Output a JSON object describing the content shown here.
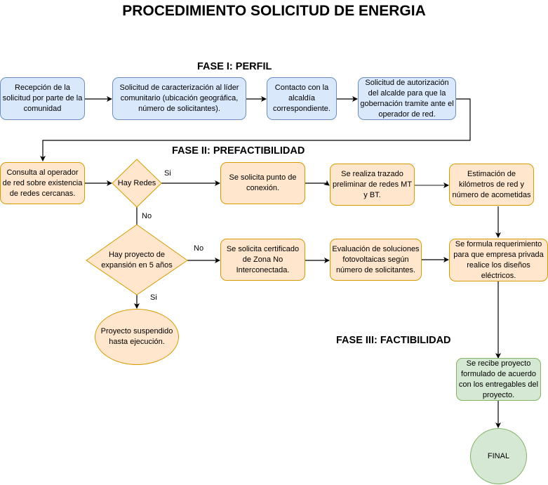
{
  "title": "PROCEDIMIENTO SOLICITUD DE ENERGIA",
  "phases": {
    "fase1": "FASE I: PERFIL",
    "fase2": "FASE II: PREFACTIBILIDAD",
    "fase3": "FASE III: FACTIBILIDAD"
  },
  "nodes": {
    "recepcion": "Recepción de la solicitud por parte de la comunidad",
    "caracterizacion": "Solicitud de caracterización al líder comunitario (ubicación geográfica, número de solicitantes).",
    "contacto": "Contacto con la alcaldía correspondiente.",
    "autorizacion": "Solicitud de autorización del alcalde para que la gobernación tramite ante el operador de red.",
    "consulta": "Consulta al operador de red sobre existencia de redes cercanas.",
    "hay_redes": "Hay Redes",
    "punto_conexion": "Se solicita punto de conexión.",
    "trazado": "Se realiza trazado preliminar de redes MT y BT.",
    "estimacion": "Estimación de kilómetros de red y número de acometidas",
    "hay_proyecto": "Hay proyecto de expansión en 5 años",
    "certificado": "Se solicita certificado de Zona No Interconectada.",
    "evaluacion": "Evaluación de soluciones fotovoltaicas según número de solicitantes.",
    "requerimiento": "Se formula requerimiento para que empresa privada realice los diseños eléctricos.",
    "suspendido": "Proyecto suspendido hasta ejecución.",
    "recibe": "Se recibe proyecto formulado de acuerdo con los entregables del proyecto.",
    "final": "FINAL"
  },
  "edge_labels": {
    "redes_si": "Si",
    "redes_no": "No",
    "proyecto_no": "No",
    "proyecto_si": "Si"
  },
  "colors": {
    "blue_fill": "#dae8fc",
    "blue_stroke": "#6c8ebf",
    "orange_fill": "#ffe6cc",
    "orange_stroke": "#d79b00",
    "green_fill": "#d5e8d4",
    "green_stroke": "#82b366"
  }
}
